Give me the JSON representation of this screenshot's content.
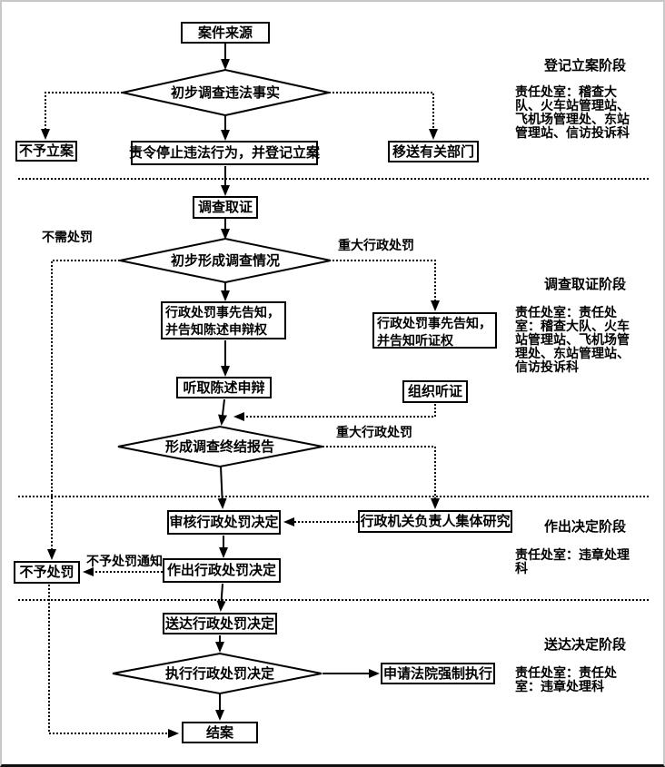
{
  "diagram": {
    "nodes": {
      "case_source": "案件来源",
      "preliminary_investigation": "初步调查违法事实",
      "no_filing": "不予立案",
      "order_stop_register": "责令停止违法行为，并登记立案",
      "transfer_departments": "移送有关部门",
      "investigate_evidence": "调查取证",
      "form_preliminary_situation": "初步形成调查情况",
      "prior_notice_statement": "行政处罚事先告知，并告知陈述申辩权",
      "prior_notice_hearing": "行政处罚事先告知，并告知听证权",
      "listen_statement_defense": "听取陈述申辩",
      "organize_hearing": "组织听证",
      "final_investigation_report": "形成调查终结报告",
      "review_penalty_decision": "审核行政处罚决定",
      "collective_research": "行政机关负责人集体研究",
      "no_penalty": "不予处罚",
      "make_penalty_decision": "作出行政处罚决定",
      "deliver_penalty_decision": "送达行政处罚决定",
      "execute_penalty_decision": "执行行政处罚决定",
      "court_enforcement": "申请法院强制执行",
      "close_case": "结案"
    },
    "edge_labels": {
      "no_penalty_needed": "不需处罚",
      "major_penalty_1": "重大行政处罚",
      "major_penalty_2": "重大行政处罚",
      "no_penalty_notice": "不予处罚通知"
    },
    "stages": [
      {
        "title": "登记立案阶段",
        "responsibility": "责任处室：稽查大队、火车站管理站、飞机场管理处、东站管理站、信访投诉科"
      },
      {
        "title": "调查取证阶段",
        "responsibility": "责任处室：责任处室：稽查大队、火车站管理站、飞机场管理处、东站管理站、信访投诉科"
      },
      {
        "title": "作出决定阶段",
        "responsibility": "责任处室：违章处理科"
      },
      {
        "title": "送达决定阶段",
        "responsibility": "责任处室：责任处室：违章处理科"
      }
    ],
    "colors": {
      "line": "#000000",
      "background": "#ffffff",
      "frame_border": "#c8c8c8",
      "bottom_rule": "#111111"
    }
  }
}
